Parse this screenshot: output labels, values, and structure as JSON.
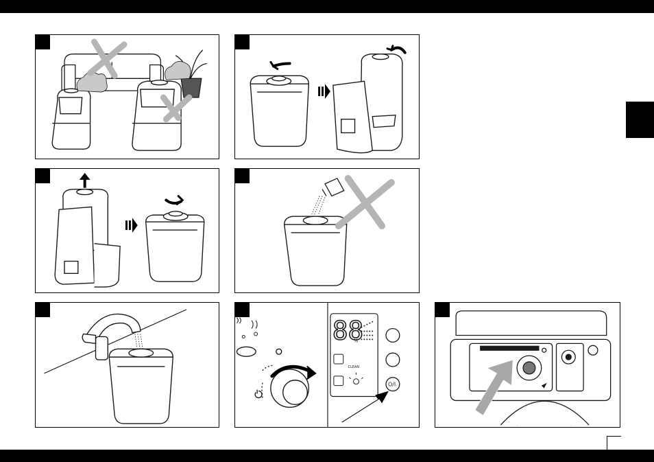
{
  "document": {
    "colors": {
      "bars": "#000000",
      "line_art": "#1a1a1a",
      "forbidden_cross": "#b5b5b5",
      "hint_arrow": "#a8a8a8",
      "background": "#ffffff"
    },
    "panels": [
      {
        "id": "placement",
        "icons": [
          "sofa-icon",
          "plant-icon",
          "humidifier-icon",
          "forbidden-cross-icon"
        ]
      },
      {
        "id": "open-tank-cap",
        "icons": [
          "tank-icon",
          "rotate-arrow-icon",
          "humidifier-icon"
        ]
      },
      {
        "id": "lift-tank",
        "icons": [
          "humidifier-icon",
          "up-arrow-icon",
          "tank-icon",
          "rotate-arrow-icon"
        ]
      },
      {
        "id": "no-additives",
        "icons": [
          "tank-icon",
          "bottle-icon",
          "forbidden-cross-icon"
        ]
      },
      {
        "id": "fill-water",
        "icons": [
          "faucet-icon",
          "tank-icon"
        ]
      },
      {
        "id": "power-on",
        "icons": [
          "dial-icon",
          "lcd-display-icon",
          "power-button-icon",
          "timer-icon",
          "bulb-icon"
        ]
      },
      {
        "id": "base-detail",
        "icons": [
          "fan-icon",
          "sensor-icon",
          "hint-arrow-icon"
        ]
      }
    ],
    "display": {
      "digits": "88",
      "percent": "%",
      "clean_label": "CLEAN",
      "power_label": "O/I"
    }
  }
}
